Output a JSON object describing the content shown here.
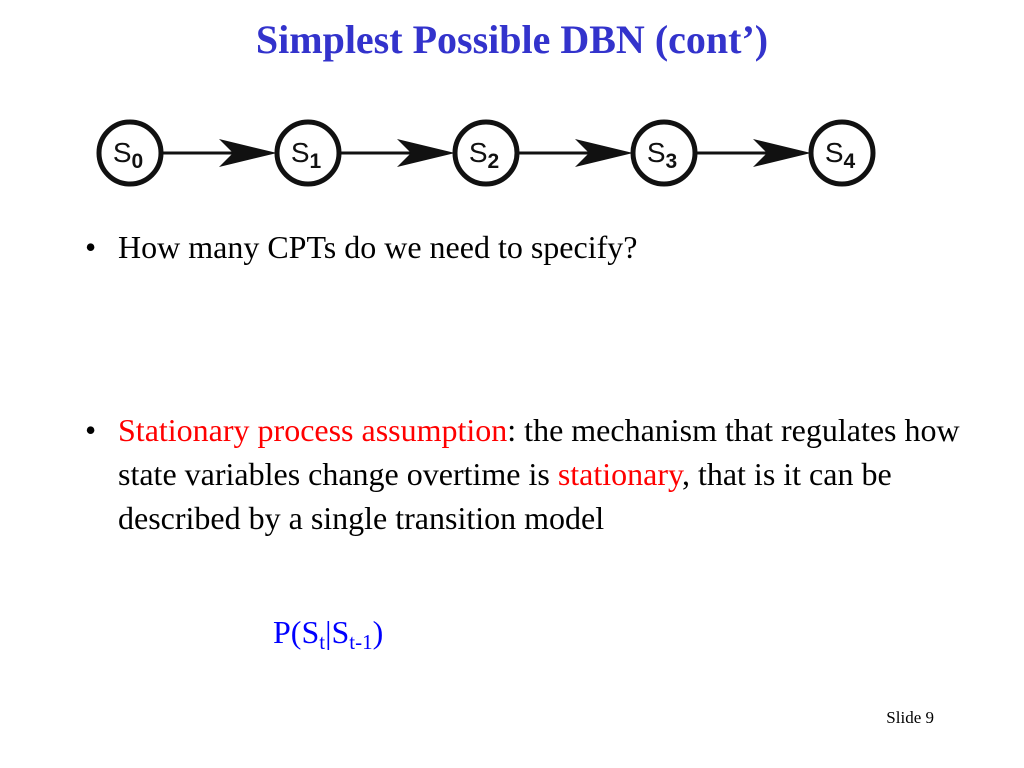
{
  "slide": {
    "title": "Simplest Possible DBN (cont’)",
    "slide_number": "Slide 9"
  },
  "diagram": {
    "nodes": [
      {
        "base": "S",
        "sub": "0"
      },
      {
        "base": "S",
        "sub": "1"
      },
      {
        "base": "S",
        "sub": "2"
      },
      {
        "base": "S",
        "sub": "3"
      },
      {
        "base": "S",
        "sub": "4"
      }
    ],
    "edges": [
      [
        "S0",
        "S1"
      ],
      [
        "S1",
        "S2"
      ],
      [
        "S2",
        "S3"
      ],
      [
        "S3",
        "S4"
      ]
    ]
  },
  "bullets": {
    "marker": "•",
    "b1": "How many CPTs do we need to specify?",
    "b2": {
      "term": "Stationary process assumption",
      "after_term": ":  the mechanism that regulates how state variables change overtime is ",
      "term2": "stationary",
      "rest": ", that is it can be described by a single transition model"
    }
  },
  "formula": {
    "p_open": "P(S",
    "sub_t": "t",
    "bar_s": "|S",
    "sub_t1": "t-1",
    "close": ")"
  },
  "colors": {
    "title": "#3333cc",
    "highlight": "#ff0000",
    "formula": "#0000ff"
  }
}
